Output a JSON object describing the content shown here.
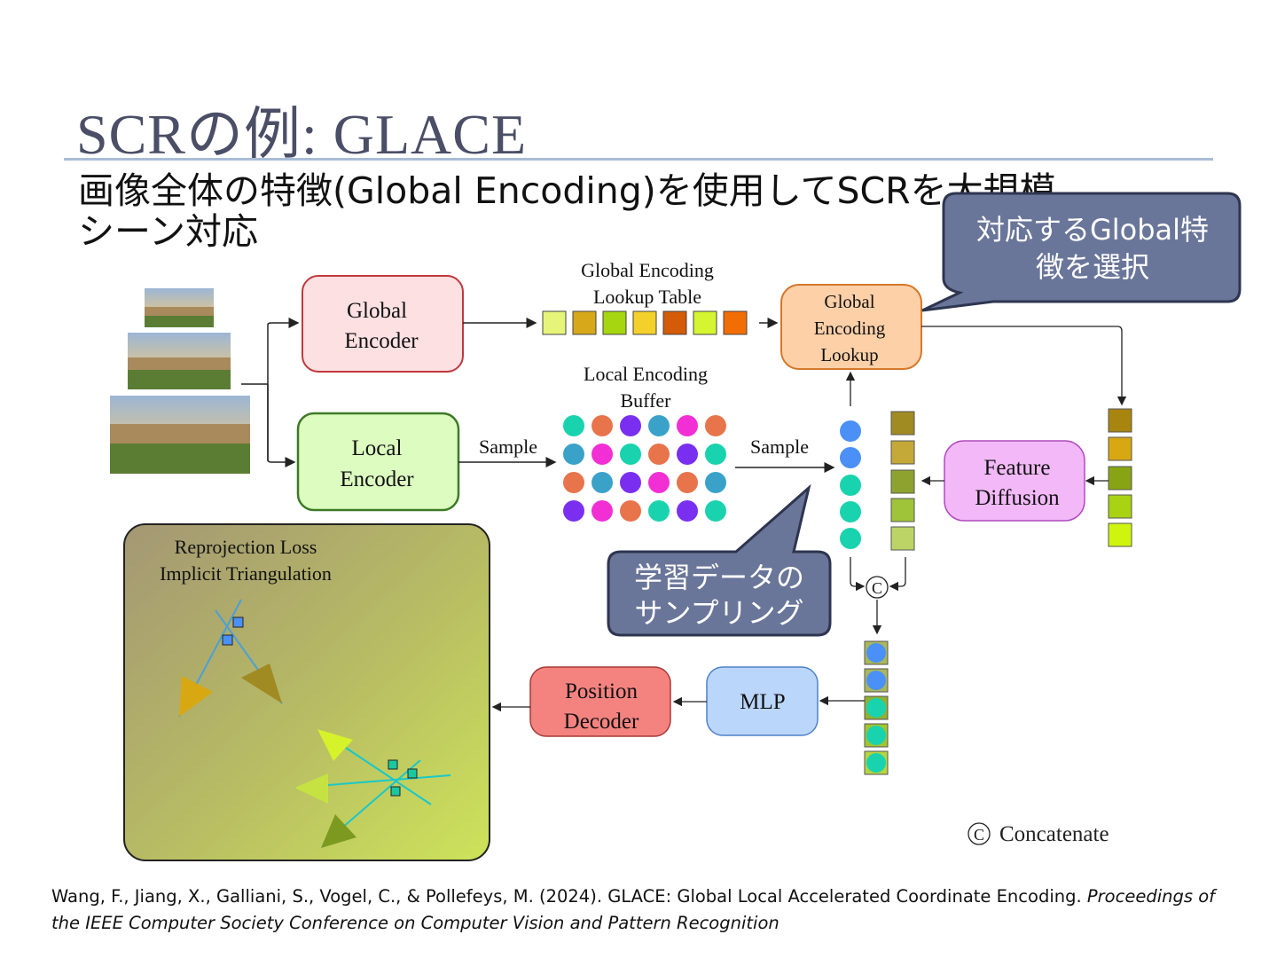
{
  "slide": {
    "title": "SCRの例: GLACE",
    "subtitle_line1": "画像全体の特徴(Global Encoding)を使用してSCRを大規模",
    "subtitle_line2": "シーン対応"
  },
  "diagram": {
    "global_encoder": [
      "Global",
      "Encoder"
    ],
    "local_encoder": [
      "Local",
      "Encoder"
    ],
    "global_table_label": [
      "Global Encoding",
      "Lookup  Table"
    ],
    "local_buffer_label": [
      "Local Encoding",
      "Buffer"
    ],
    "sample_1": "Sample",
    "sample_2": "Sample",
    "global_lookup": [
      "Global",
      "Encoding",
      "Lookup"
    ],
    "feature_diffusion": [
      "Feature",
      "Diffusion"
    ],
    "concat_symbol": "C",
    "mlp": "MLP",
    "position_decoder": [
      "Position",
      "Decoder"
    ],
    "loss_label": [
      "Reprojection Loss",
      "Implicit Triangulation"
    ],
    "legend_concat": "Concatenate",
    "colors": {
      "global_encoder": "#fde0e2",
      "local_encoder": "#dcfcc0",
      "global_lookup": "#fdd0a8",
      "feature_diffusion": "#f2b8f7",
      "mlp": "#bad6fb",
      "position_decoder": "#f48380",
      "callout": "#6a7699"
    }
  },
  "callouts": {
    "global_select": [
      "対応するGlobal特",
      "徴を選択"
    ],
    "sampling": [
      "学習データの",
      "サンプリング"
    ]
  },
  "reference": {
    "plain": "Wang, F., Jiang, X., Galliani, S., Vogel, C., & Pollefeys, M. (2024). GLACE: Global Local Accelerated Coordinate Encoding. ",
    "italic": "Proceedings of the IEEE Computer Society Conference on Computer Vision and Pattern Recognition"
  }
}
